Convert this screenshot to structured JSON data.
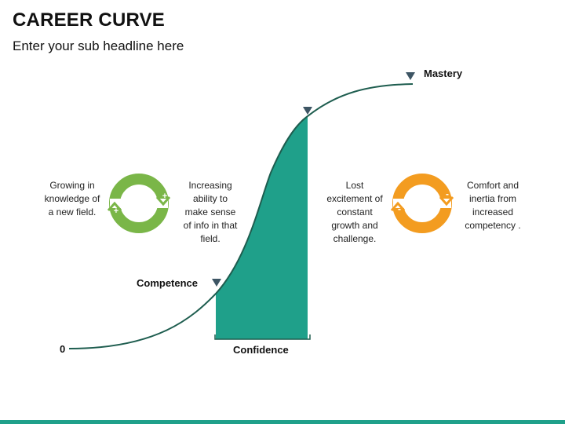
{
  "header": {
    "title": "CAREER CURVE",
    "subtitle": "Enter your sub headline here"
  },
  "curve": {
    "origin_label": "0",
    "competence_label": "Competence",
    "mastery_label": "Mastery",
    "confidence_label": "Confidence",
    "fill_color": "#1fa08a",
    "line_color": "#1e5d4f"
  },
  "left_cycle": {
    "color": "#7ab648",
    "signs": [
      "+",
      "+"
    ],
    "left_text": "Growing in knowledge of a new field.",
    "right_text": "Increasing ability to make sense of info in that field."
  },
  "right_cycle": {
    "color": "#f39c20",
    "signs": [
      "-",
      "-"
    ],
    "left_text": "Lost excitement of constant growth and challenge.",
    "right_text": "Comfort and inertia from increased competency ."
  },
  "colors": {
    "accent": "#1fa08a",
    "marker": "#3d5564"
  }
}
